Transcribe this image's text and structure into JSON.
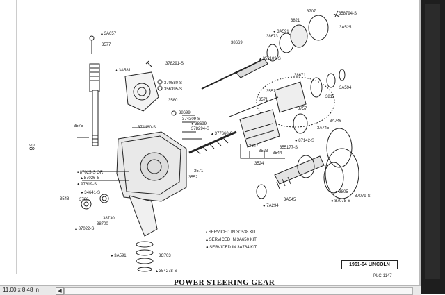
{
  "document": {
    "page_number": "98",
    "caption": "POWER STEERING GEAR",
    "year_label": "1961-64 LINCOLN",
    "plate_id": "PLC-1147"
  },
  "legend": [
    "▪ SERVICED IN 3C538 KIT",
    "▴ SERVICED IN 3A650 KIT",
    "● SERVICED IN 3A764 KIT"
  ],
  "part_labels": {
    "p3A657": "▴ 3A657",
    "p3577": "3577",
    "p3A581": "▴ 3A581",
    "p378291": "378291-S",
    "p370580": "370580-S",
    "p356395": "356395-S",
    "p3580": "3580",
    "p3575": "3575",
    "p374480": "374480-S",
    "p38699a": "38699",
    "p374309": "374309-S",
    "p38699b": "● 38699",
    "p378294": "378294-S",
    "p377660": "▴ 377660-S",
    "p3571a": "3571",
    "p3552a": "3552",
    "p87025": "▪ 87025-S OR",
    "p87026": "▴ 87026-S",
    "p97619": "● 97619-S",
    "p34641": "● 34641-S",
    "p3548": "3548",
    "p3708": "3708",
    "p38730": "38730",
    "p38700": "38700",
    "p87022": "▴ 87022-S",
    "p3A591b": "● 3A591",
    "p3C703": "3C703",
    "p354278": "▴ 354278-S",
    "p38669": "38669",
    "p3A591a": "● 3A591",
    "p38673": "38673",
    "p3821": "3821",
    "p3707": "3707",
    "p358794": "358794-S",
    "p3A525": "3A525",
    "p352109": "▴ 352109-S",
    "p3552b": "3552",
    "p3571b": "3571",
    "p38671": "38671",
    "p3A594": "3A594",
    "p3757": "3757",
    "p3812": "3812",
    "p3647": "3647",
    "p3523": "3523",
    "p3544": "3544",
    "p3524": "3524",
    "p87142": "● 87142-S",
    "p355177": "355177-S",
    "p3A746": "3A746",
    "p3A745": "3A745",
    "p3805": "● 3805",
    "p87079": "87079-S",
    "p87078": "● 87078-S",
    "p3A545": "3A545",
    "p7A294": "● 7A294"
  },
  "status_bar": {
    "page_size": "11,00 x 8,48 in",
    "scroll_left_icon": "◀"
  }
}
